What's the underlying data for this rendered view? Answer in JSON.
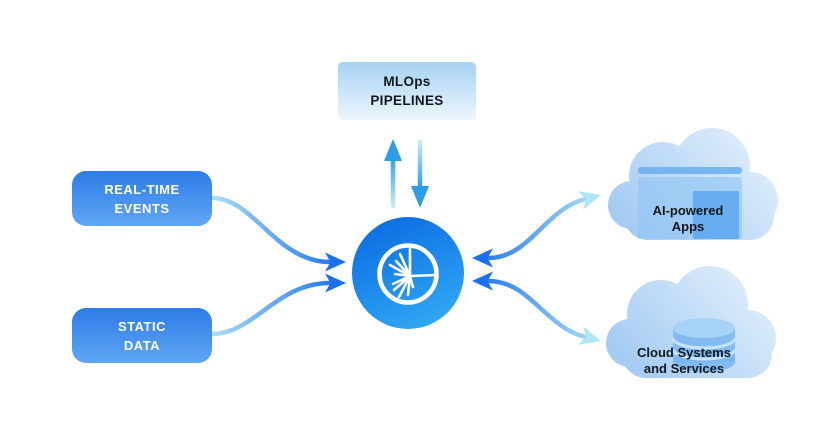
{
  "nodes": {
    "mlops": {
      "label": "MLOps\nPIPELINES"
    },
    "realtime": {
      "label": "REAL-TIME\nEVENTS"
    },
    "static": {
      "label": "STATIC\nDATA"
    },
    "hub": {
      "icon": "confluent-spark-icon"
    },
    "ai_apps": {
      "label": "AI-powered\nApps",
      "icon": "browser-window-icon"
    },
    "cloud_systems": {
      "label": "Cloud Systems\nand Services",
      "icon": "database-icon"
    }
  },
  "edges": [
    {
      "from": "realtime",
      "to": "hub",
      "style": "one-way"
    },
    {
      "from": "static",
      "to": "hub",
      "style": "one-way"
    },
    {
      "from": "hub",
      "to": "mlops",
      "style": "two-way"
    },
    {
      "from": "hub",
      "to": "ai_apps",
      "style": "two-way"
    },
    {
      "from": "hub",
      "to": "cloud_systems",
      "style": "two-way"
    }
  ],
  "colors": {
    "background": "#ffffff",
    "box_gradient_top": "#2d7ce9",
    "box_gradient_bottom": "#60a6f3",
    "mlops_gradient_top": "#a6d2f3",
    "mlops_gradient_bottom": "#edf6fd",
    "hub_gradient_start": "#0b6ce2",
    "hub_gradient_end": "#31aaf4",
    "arrow_dark": "#1b6ff0",
    "arrow_light": "#aadef3",
    "vertical_arrow": "#2b9eea",
    "cloud_top": "#e1effc",
    "cloud_bottom": "#a5cbf3",
    "label_on_blue": "#ffffff",
    "label_dark": "#14181d"
  }
}
